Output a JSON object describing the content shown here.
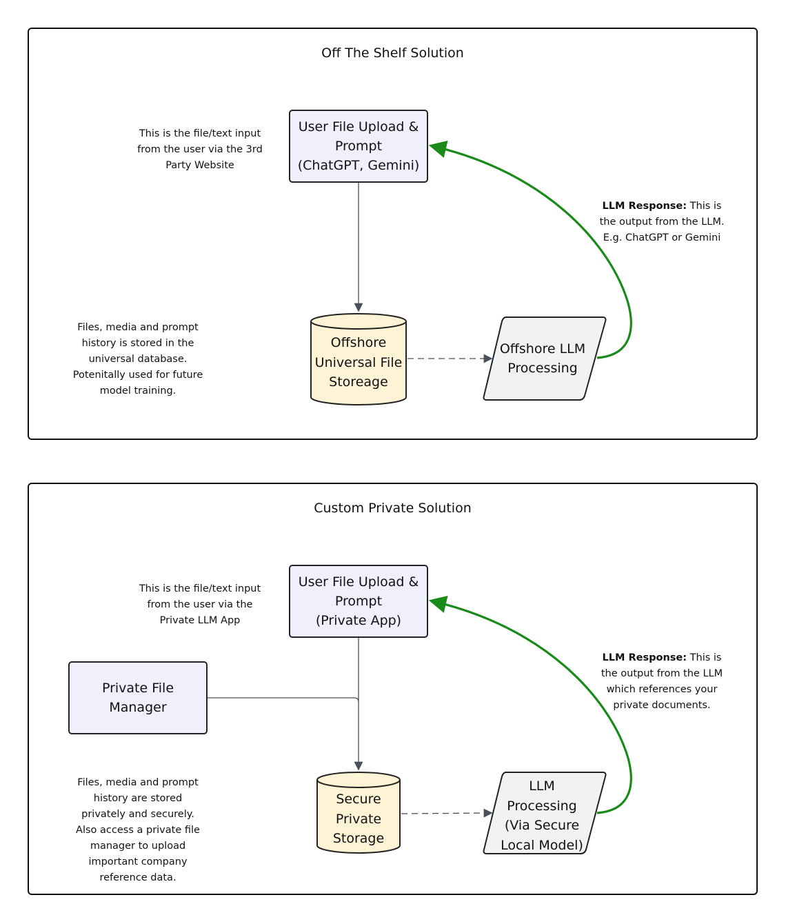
{
  "top": {
    "title": "Off The Shelf Solution",
    "user_upload": [
      "User File Upload &",
      "Prompt",
      "(ChatGPT, Gemini)"
    ],
    "input_note": [
      "This is the file/text input",
      "from the user via the 3rd",
      "Party Website"
    ],
    "storage": [
      "Offshore",
      "Universal File",
      "Storeage"
    ],
    "processing": [
      "Offshore LLM",
      "Processing"
    ],
    "response_bold": "LLM Response:",
    "response_note": [
      " This is",
      "the output from the LLM.",
      "E.g. ChatGPT or Gemini"
    ],
    "storage_note": [
      "Files, media and prompt",
      "history is stored in the",
      "universal database.",
      "Potenitally used for future",
      "model training."
    ]
  },
  "bottom": {
    "title": "Custom Private Solution",
    "user_upload": [
      "User File Upload &",
      "Prompt",
      "(Private App)"
    ],
    "input_note": [
      "This is the file/text input",
      "from the user via the",
      "Private LLM App"
    ],
    "file_manager": [
      "Private File",
      "Manager"
    ],
    "storage": [
      "Secure",
      "Private",
      "Storage"
    ],
    "processing": [
      "LLM",
      "Processing",
      "(Via Secure",
      "Local Model)"
    ],
    "response_bold": "LLM Response:",
    "response_note": [
      " This is",
      "the output from the LLM",
      "which references your",
      "private documents."
    ],
    "storage_note": [
      "Files, media and prompt",
      "history are stored",
      "privately and securely.",
      "Also access a private file",
      "manager to upload",
      "important company",
      "reference data."
    ]
  },
  "colors": {
    "box_fill": "#f0f0fd",
    "storage_fill": "#fff3d6",
    "process_fill": "#f1f2f4",
    "response_arrow": "#1a8a1a",
    "connector": "#4a4f5c"
  }
}
